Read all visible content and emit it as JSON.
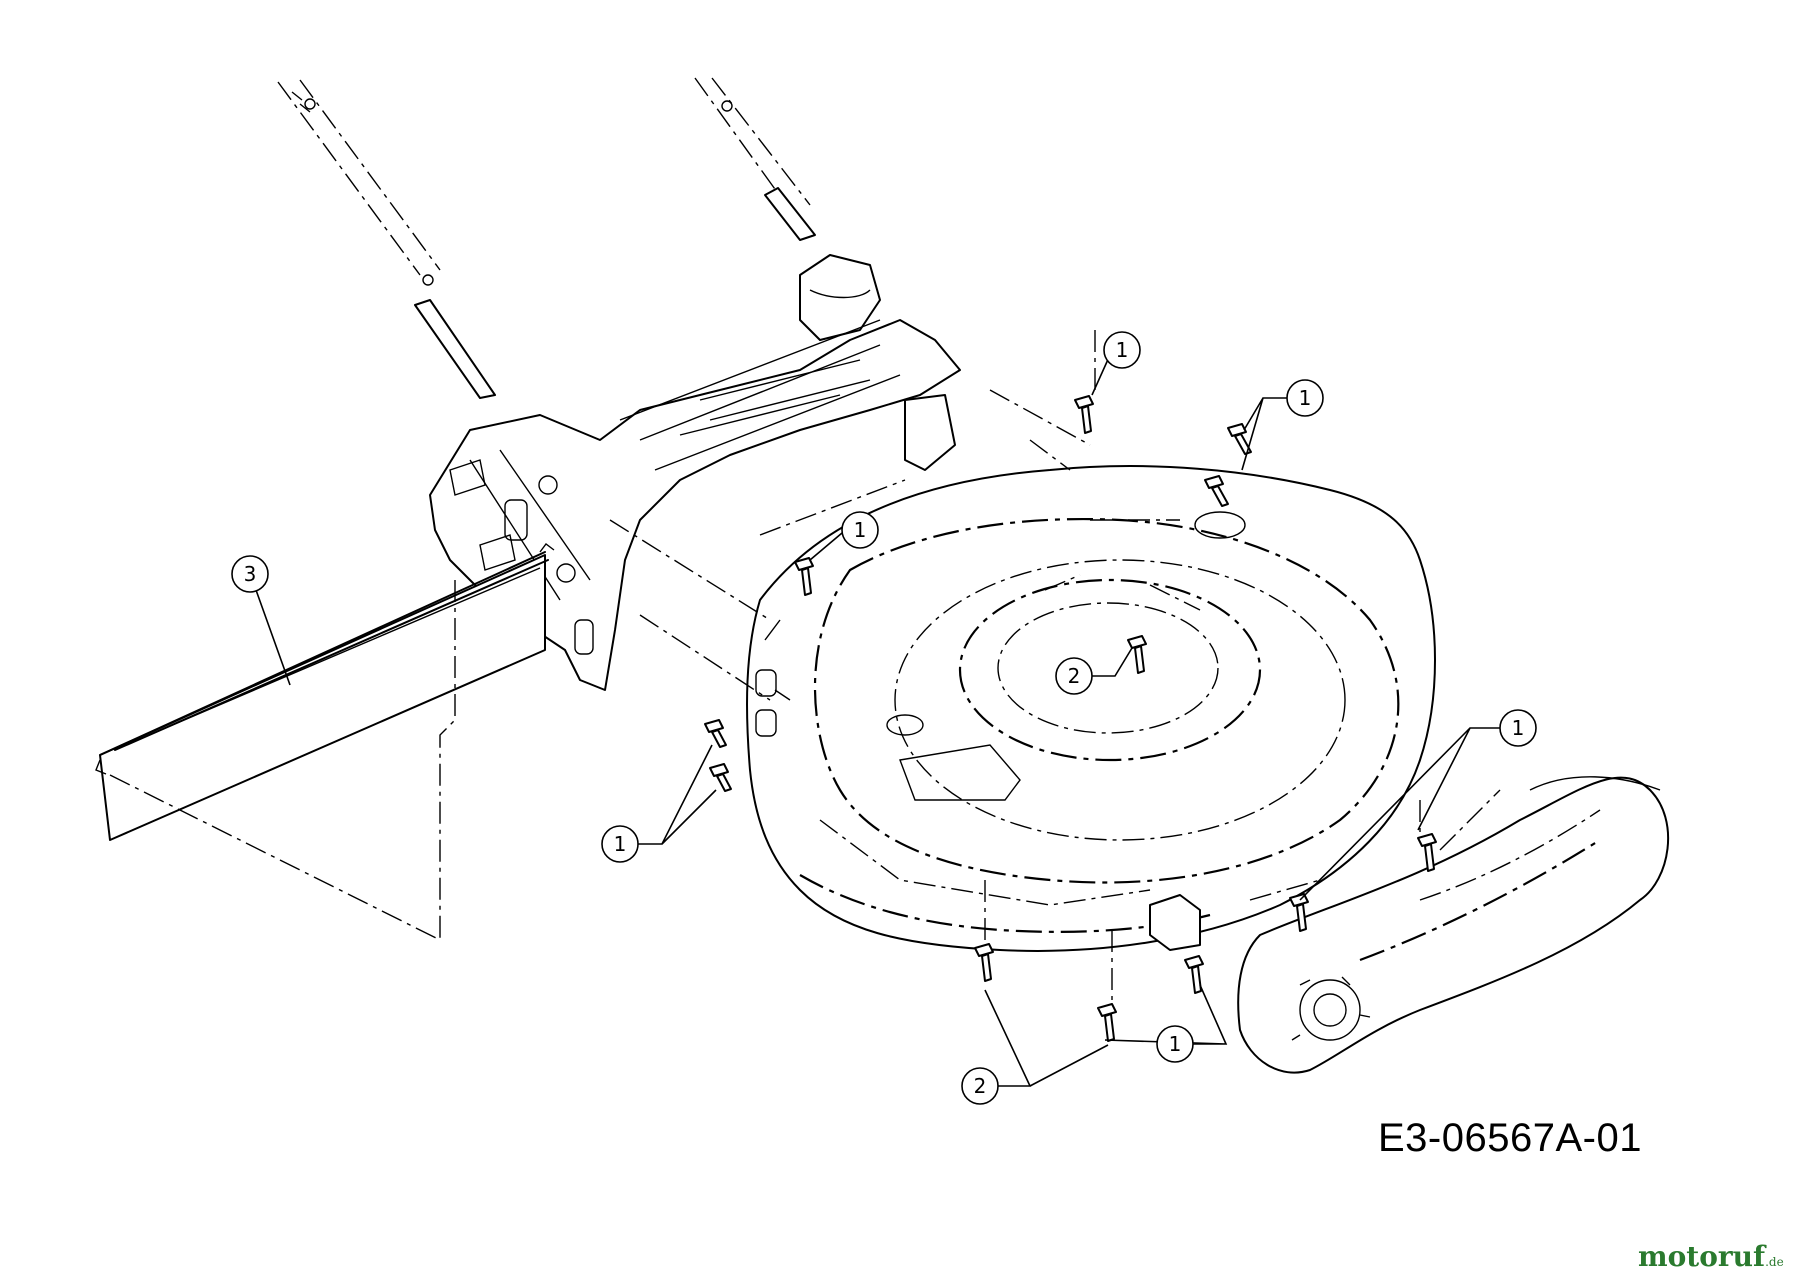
{
  "drawing": {
    "number": "E3-06567A-01"
  },
  "watermark": {
    "brand": "motoruf",
    "tld": ".de"
  },
  "callouts": [
    {
      "id": "c1",
      "label": "1"
    },
    {
      "id": "c2",
      "label": "1"
    },
    {
      "id": "c3",
      "label": "1"
    },
    {
      "id": "c4",
      "label": "3"
    },
    {
      "id": "c5",
      "label": "2"
    },
    {
      "id": "c6",
      "label": "1"
    },
    {
      "id": "c7",
      "label": "1"
    },
    {
      "id": "c8",
      "label": "1"
    },
    {
      "id": "c9",
      "label": "2"
    }
  ]
}
